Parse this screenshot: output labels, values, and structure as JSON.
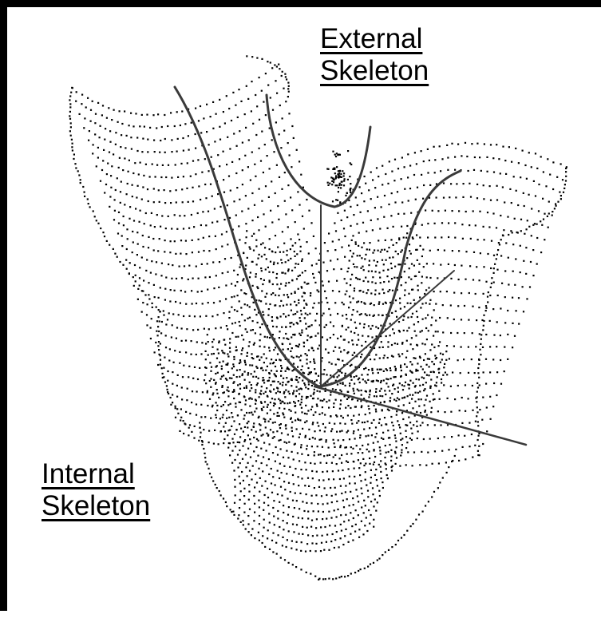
{
  "labels": {
    "external": [
      "External",
      "Skeleton"
    ],
    "internal": [
      "Internal",
      "Skeleton"
    ]
  },
  "colors": {
    "background": "#ffffff",
    "points": "#000000",
    "skeleton_line": "#3a3a3a",
    "border": "#000000"
  }
}
